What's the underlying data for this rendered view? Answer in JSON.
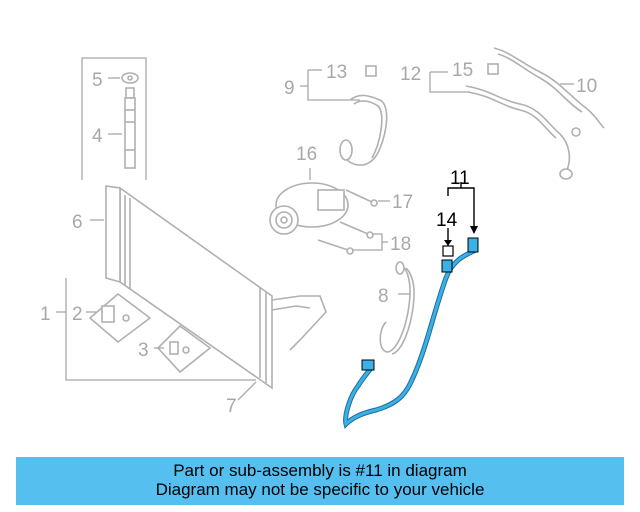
{
  "diagram": {
    "callouts": [
      {
        "id": "c1",
        "text": "1",
        "highlight": false
      },
      {
        "id": "c2",
        "text": "2",
        "highlight": false
      },
      {
        "id": "c3",
        "text": "3",
        "highlight": false
      },
      {
        "id": "c4",
        "text": "4",
        "highlight": false
      },
      {
        "id": "c5",
        "text": "5",
        "highlight": false
      },
      {
        "id": "c6",
        "text": "6",
        "highlight": false
      },
      {
        "id": "c7",
        "text": "7",
        "highlight": false
      },
      {
        "id": "c8",
        "text": "8",
        "highlight": false
      },
      {
        "id": "c9",
        "text": "9",
        "highlight": false
      },
      {
        "id": "c10",
        "text": "10",
        "highlight": false
      },
      {
        "id": "c11",
        "text": "11",
        "highlight": true
      },
      {
        "id": "c12",
        "text": "12",
        "highlight": false
      },
      {
        "id": "c13",
        "text": "13",
        "highlight": false
      },
      {
        "id": "c14",
        "text": "14",
        "highlight": true
      },
      {
        "id": "c15",
        "text": "15",
        "highlight": false
      },
      {
        "id": "c16",
        "text": "16",
        "highlight": false
      },
      {
        "id": "c17",
        "text": "17",
        "highlight": false
      },
      {
        "id": "c18",
        "text": "18",
        "highlight": false
      }
    ],
    "highlight_color": "#3ab0e6",
    "muted_color": "#b0b0b0"
  },
  "banner": {
    "line1": "Part or sub-assembly is #11 in diagram",
    "line2": "Diagram may not be specific to your vehicle",
    "background": "#55bff0"
  }
}
